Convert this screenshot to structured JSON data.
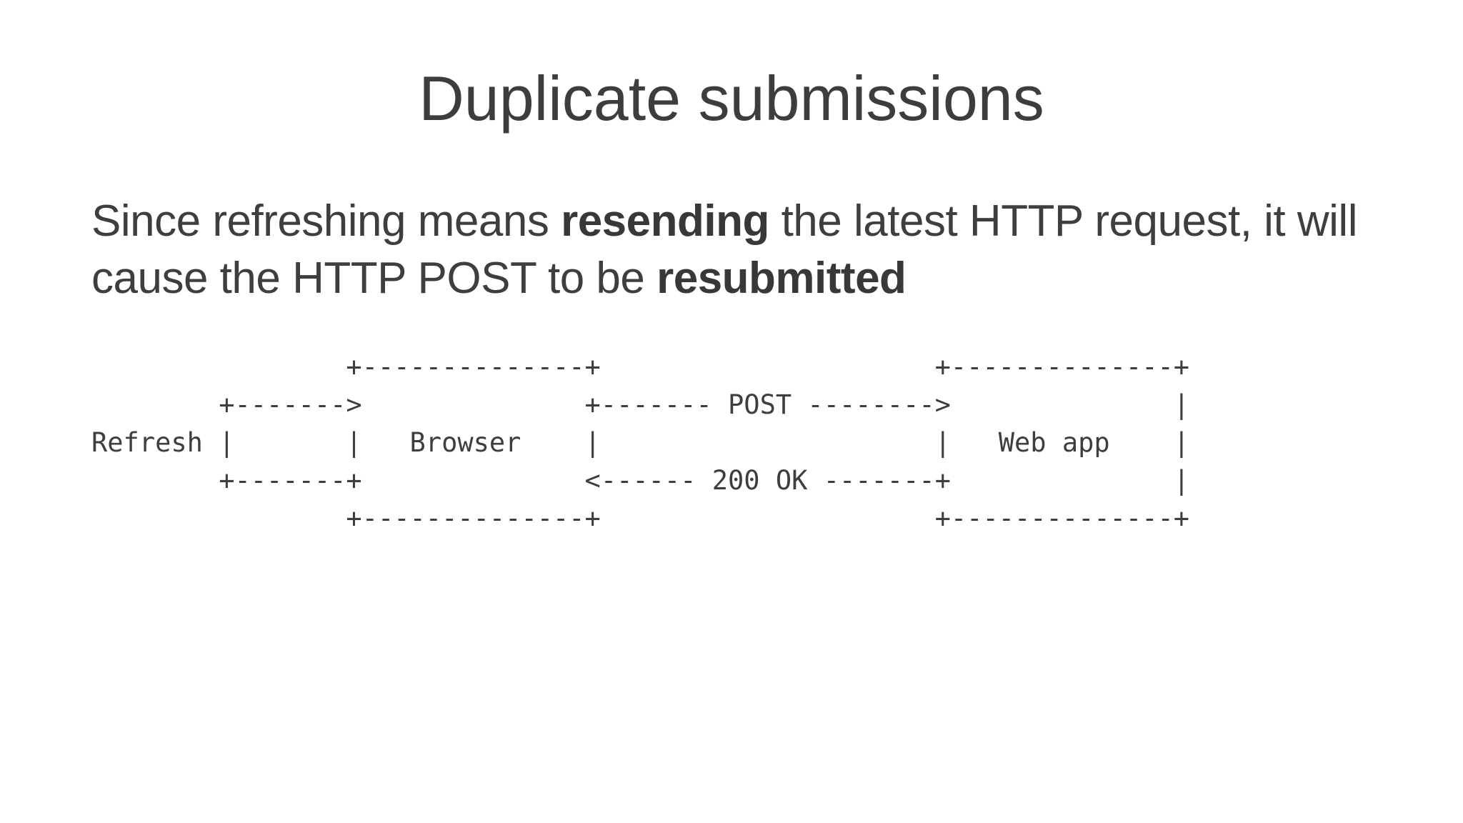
{
  "slide": {
    "title": "Duplicate submissions",
    "paragraph": {
      "lines": [
        {
          "segments": [
            {
              "text": "Since refreshing means ",
              "bold": false
            },
            {
              "text": "resending",
              "bold": true
            },
            {
              "text": " the latest HTTP request, it will",
              "bold": false
            }
          ]
        },
        {
          "segments": [
            {
              "text": "cause the HTTP POST to be ",
              "bold": false
            },
            {
              "text": "resubmitted",
              "bold": true
            }
          ]
        }
      ]
    },
    "diagram": {
      "trigger_label": "Refresh",
      "nodes": [
        "Browser",
        "Web app"
      ],
      "request_message": "POST",
      "response_message": "200 OK",
      "lines": [
        "                +--------------+                     +--------------+",
        "        +------->              +------- POST -------->              |",
        "Refresh |       |   Browser    |                     |   Web app    |",
        "        +-------+              <------ 200 OK -------+              |",
        "                +--------------+                     +--------------+"
      ]
    },
    "colors": {
      "background": "#ffffff",
      "title_text": "#3d3d3d",
      "body_text": "#3e3e3e"
    }
  }
}
